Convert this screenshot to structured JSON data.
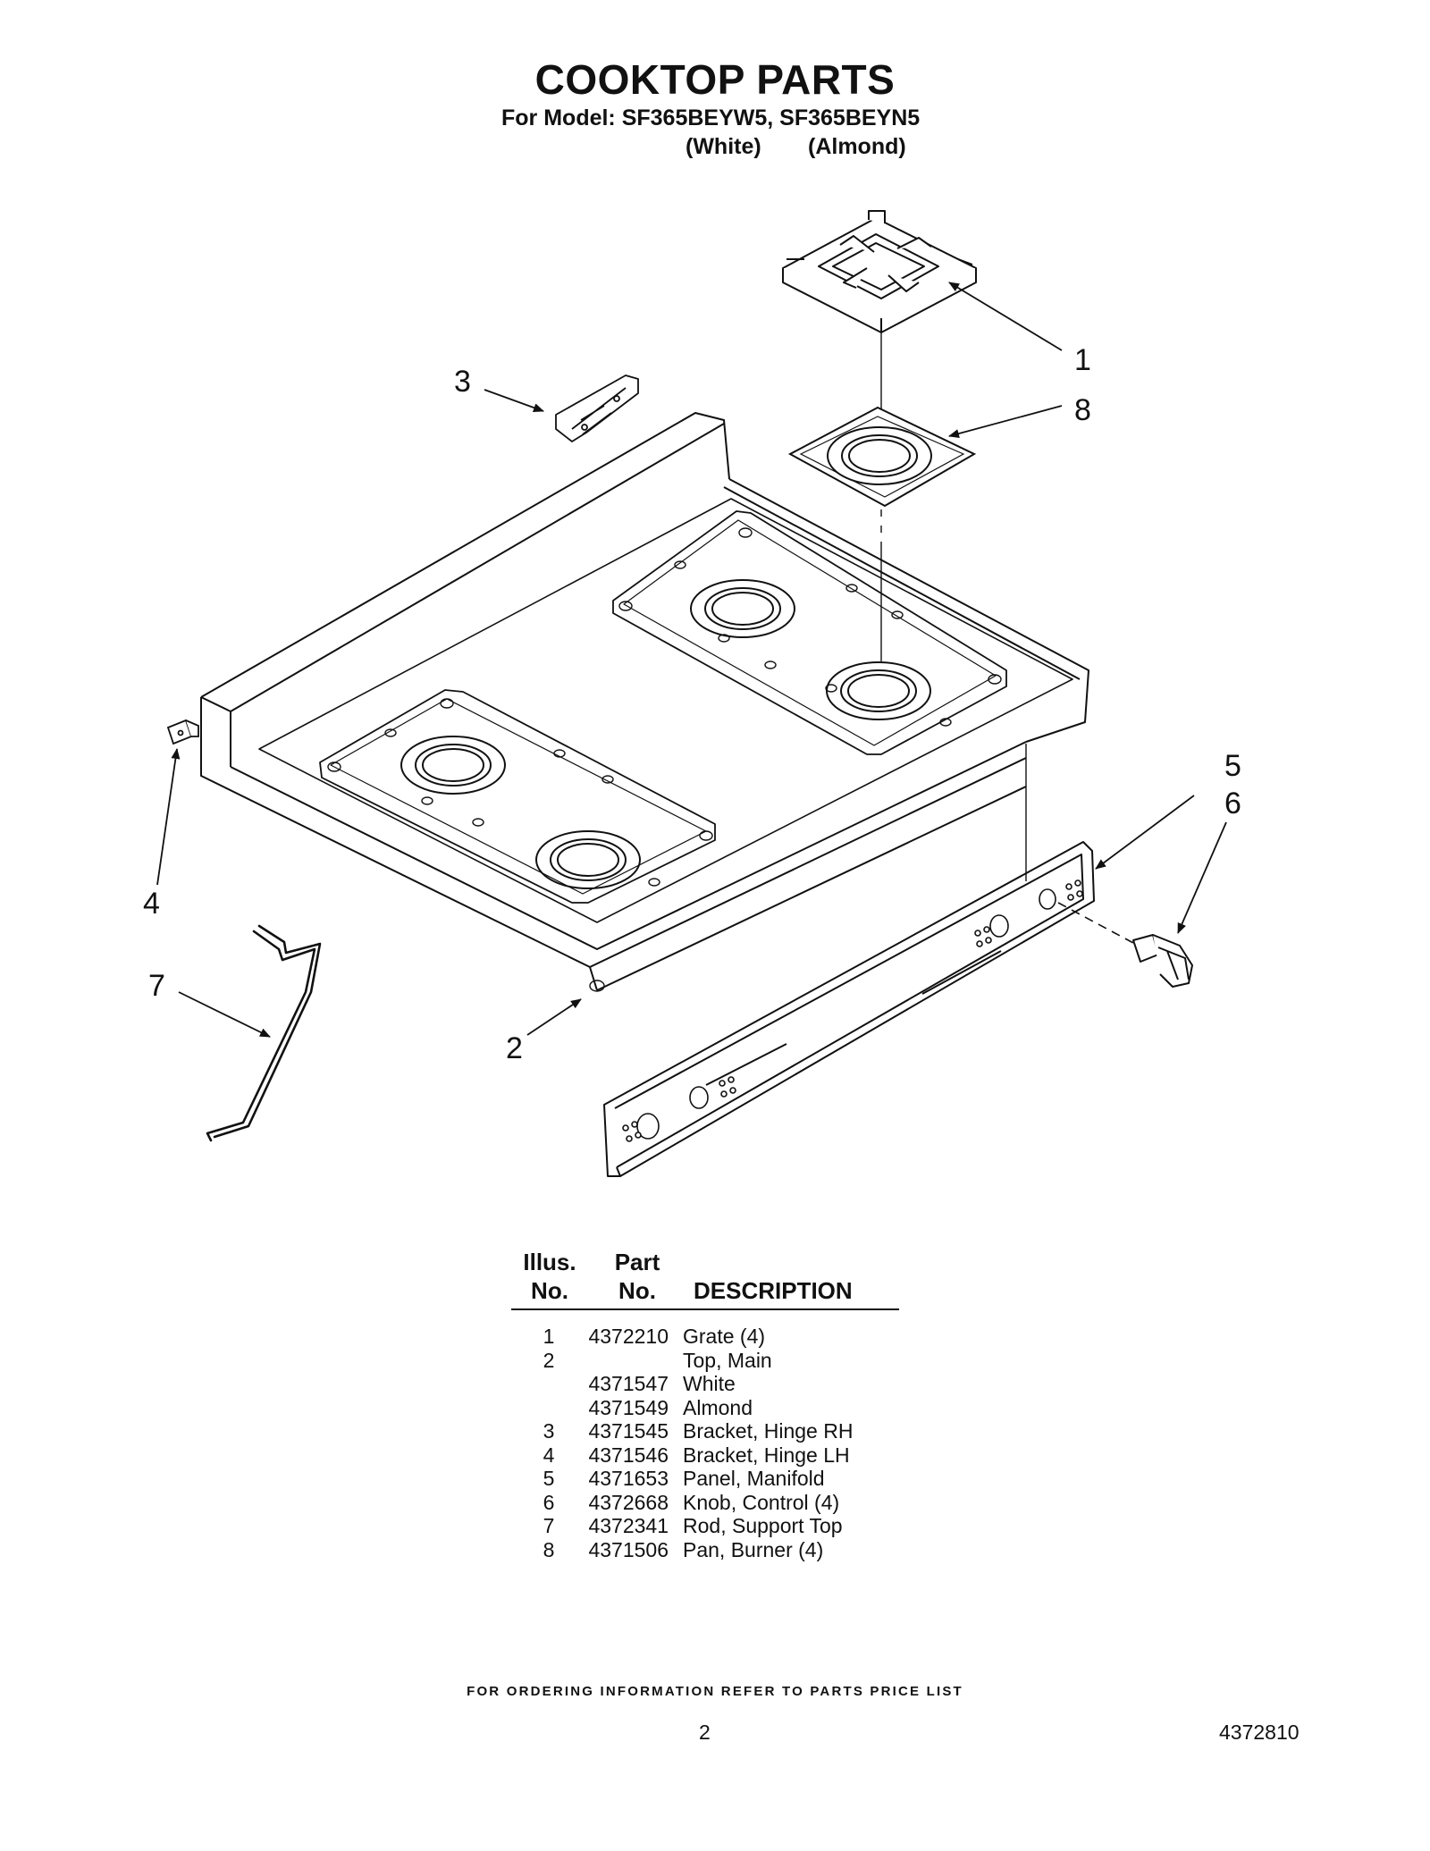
{
  "header": {
    "title": "COOKTOP PARTS",
    "model_line": "For Model: SF365BEYW5, SF365BEYN5",
    "variant_white": "(White)",
    "variant_almond": "(Almond)"
  },
  "diagram": {
    "callouts": [
      "1",
      "8",
      "3",
      "4",
      "5",
      "6",
      "7",
      "2"
    ]
  },
  "table": {
    "head": {
      "illus_1": "Illus.",
      "illus_2": "No.",
      "part_1": "Part",
      "part_2": "No.",
      "description": "DESCRIPTION"
    },
    "rows": [
      {
        "illus": "1",
        "part": "4372210",
        "desc": "Grate (4)"
      },
      {
        "illus": "2",
        "part": "",
        "desc": "Top, Main"
      },
      {
        "illus": "",
        "part": "4371547",
        "desc": "White"
      },
      {
        "illus": "",
        "part": "4371549",
        "desc": "Almond"
      },
      {
        "illus": "3",
        "part": "4371545",
        "desc": "Bracket, Hinge RH"
      },
      {
        "illus": "4",
        "part": "4371546",
        "desc": "Bracket, Hinge LH"
      },
      {
        "illus": "5",
        "part": "4371653",
        "desc": "Panel, Manifold"
      },
      {
        "illus": "6",
        "part": "4372668",
        "desc": "Knob, Control (4)"
      },
      {
        "illus": "7",
        "part": "4372341",
        "desc": "Rod, Support Top"
      },
      {
        "illus": "8",
        "part": "4371506",
        "desc": "Pan, Burner (4)"
      }
    ]
  },
  "footer": {
    "note": "FOR ORDERING INFORMATION REFER TO PARTS PRICE LIST",
    "page_number": "2",
    "document_number": "4372810"
  }
}
